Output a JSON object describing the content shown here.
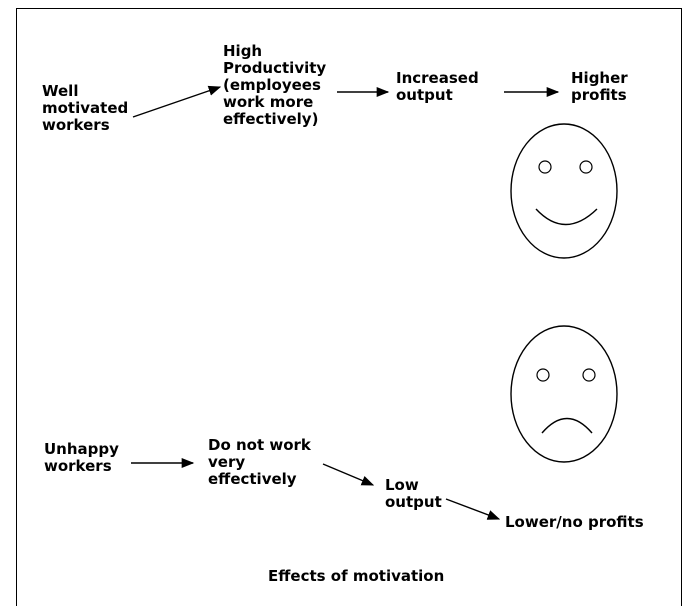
{
  "diagram": {
    "top_flow": {
      "start": "Well\nmotivated\nworkers",
      "step1": "High\nProductivity\n(employees\nwork more\neffectively)",
      "step2": "Increased\noutput",
      "end": "Higher\nprofits"
    },
    "bottom_flow": {
      "start": "Unhappy\nworkers",
      "step1": "Do not work\nvery\neffectively",
      "step2": "Low\noutput",
      "end": "Lower/no profits"
    },
    "faces": {
      "top": "happy-face",
      "bottom": "sad-face"
    },
    "caption": "Effects of motivation"
  }
}
